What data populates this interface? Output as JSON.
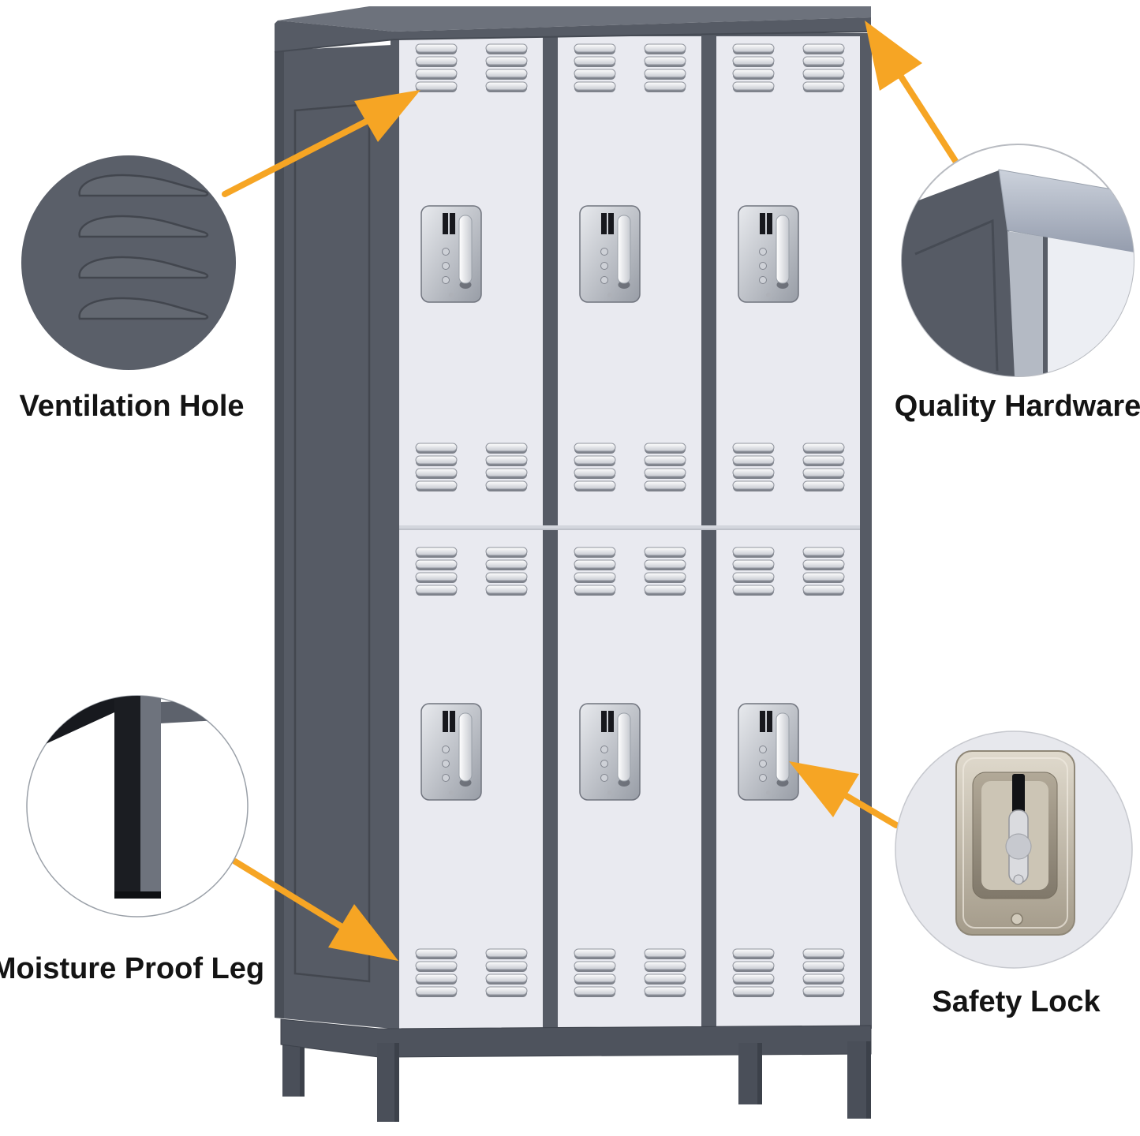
{
  "locker": {
    "columns": 3,
    "rows": 2,
    "door_count": 6
  },
  "callouts": [
    {
      "id": "ventilation-hole",
      "label": "Ventilation Hole"
    },
    {
      "id": "quality-hardware",
      "label": "Quality Hardware"
    },
    {
      "id": "moisture-proof-leg",
      "label": "Moisture Proof Leg"
    },
    {
      "id": "safety-lock",
      "label": "Safety Lock"
    }
  ],
  "colors": {
    "accent": "#F6A524",
    "frame-dark": "#565B65",
    "frame-deep": "#474C55",
    "door-light": "#E9EAF0",
    "label-text": "#141414"
  }
}
